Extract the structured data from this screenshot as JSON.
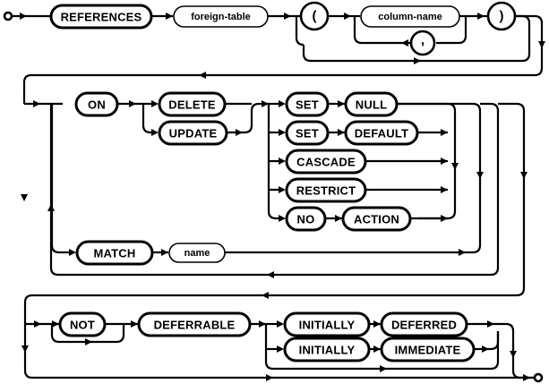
{
  "diagram": {
    "type": "railroad-syntax-diagram",
    "title": "REFERENCES foreign-key clause",
    "stroke_color": "#000000",
    "background_color": "#ffffff",
    "start_marker": "circle-terminal",
    "end_marker": "circle-terminal",
    "rows": [
      {
        "id": "row-references",
        "nodes": [
          {
            "id": "references",
            "label": "REFERENCES",
            "kind": "terminal"
          },
          {
            "id": "foreign-table",
            "label": "foreign-table",
            "kind": "nonterminal"
          },
          {
            "id": "lparen",
            "label": "(",
            "kind": "terminal-punct"
          },
          {
            "id": "column-name",
            "label": "column-name",
            "kind": "nonterminal"
          },
          {
            "id": "comma",
            "label": ",",
            "kind": "terminal-punct"
          },
          {
            "id": "rparen",
            "label": ")",
            "kind": "terminal-punct"
          }
        ]
      },
      {
        "id": "row-on-actions",
        "nodes": [
          {
            "id": "on",
            "label": "ON",
            "kind": "terminal"
          },
          {
            "id": "delete",
            "label": "DELETE",
            "kind": "terminal"
          },
          {
            "id": "update",
            "label": "UPDATE",
            "kind": "terminal"
          },
          {
            "id": "set-null-set",
            "label": "SET",
            "kind": "terminal"
          },
          {
            "id": "null",
            "label": "NULL",
            "kind": "terminal"
          },
          {
            "id": "set-default-set",
            "label": "SET",
            "kind": "terminal"
          },
          {
            "id": "default",
            "label": "DEFAULT",
            "kind": "terminal"
          },
          {
            "id": "cascade",
            "label": "CASCADE",
            "kind": "terminal"
          },
          {
            "id": "restrict",
            "label": "RESTRICT",
            "kind": "terminal"
          },
          {
            "id": "no",
            "label": "NO",
            "kind": "terminal"
          },
          {
            "id": "action",
            "label": "ACTION",
            "kind": "terminal"
          }
        ]
      },
      {
        "id": "row-match",
        "nodes": [
          {
            "id": "match",
            "label": "MATCH",
            "kind": "terminal"
          },
          {
            "id": "name",
            "label": "name",
            "kind": "nonterminal"
          }
        ]
      },
      {
        "id": "row-deferrable",
        "nodes": [
          {
            "id": "not",
            "label": "NOT",
            "kind": "terminal"
          },
          {
            "id": "deferrable",
            "label": "DEFERRABLE",
            "kind": "terminal"
          },
          {
            "id": "initially-deferred-initially",
            "label": "INITIALLY",
            "kind": "terminal"
          },
          {
            "id": "deferred",
            "label": "DEFERRED",
            "kind": "terminal"
          },
          {
            "id": "initially-immediate-initially",
            "label": "INITIALLY",
            "kind": "terminal"
          },
          {
            "id": "immediate",
            "label": "IMMEDIATE",
            "kind": "terminal"
          }
        ]
      }
    ],
    "labels": {
      "references": "REFERENCES",
      "foreign_table": "foreign-table",
      "lparen": "(",
      "column_name": "column-name",
      "comma": ",",
      "rparen": ")",
      "on": "ON",
      "delete": "DELETE",
      "update": "UPDATE",
      "set_1": "SET",
      "null": "NULL",
      "set_2": "SET",
      "default": "DEFAULT",
      "cascade": "CASCADE",
      "restrict": "RESTRICT",
      "no": "NO",
      "action": "ACTION",
      "match": "MATCH",
      "name": "name",
      "not": "NOT",
      "deferrable": "DEFERRABLE",
      "initially_1": "INITIALLY",
      "deferred": "DEFERRED",
      "initially_2": "INITIALLY",
      "immediate": "IMMEDIATE"
    }
  }
}
